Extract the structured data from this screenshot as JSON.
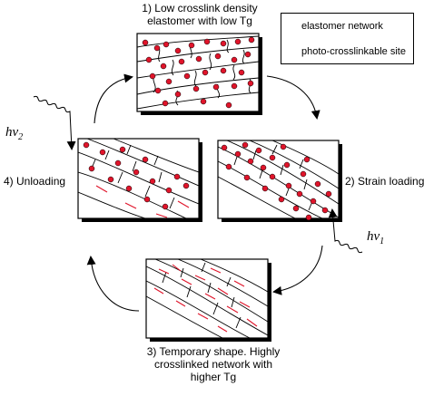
{
  "step1": {
    "line1": "1) Low crosslink density",
    "line2": "elastomer with low Tg"
  },
  "step2": {
    "label": "2) Strain loading"
  },
  "step3": {
    "line1": "3) Temporary shape. Highly",
    "line2": "crosslinked network with",
    "line3": "higher Tg"
  },
  "step4": {
    "label": "4) Unloading"
  },
  "light1": {
    "symbol": "hν",
    "sub": "1"
  },
  "light2": {
    "symbol": "hν",
    "sub": "2"
  },
  "legend": {
    "network": "elastomer network",
    "site": "photo-crosslinkable site"
  },
  "colors": {
    "site": "#e0142a",
    "crosslink": "#e0142a",
    "line": "#000000"
  }
}
